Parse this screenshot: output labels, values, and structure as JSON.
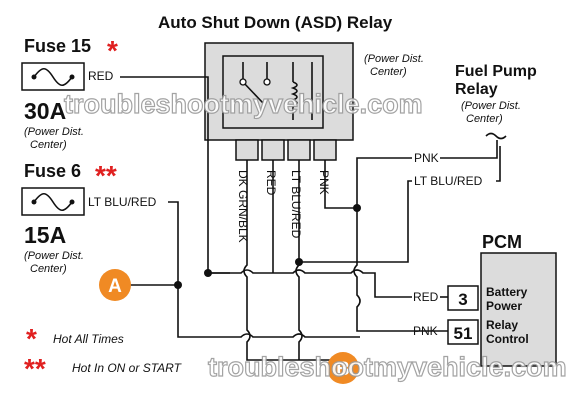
{
  "title": "Auto Shut Down (ASD) Relay",
  "asd_location": [
    "(Power Dist.",
    "Center)"
  ],
  "fuse15": {
    "label": "Fuse 15",
    "marker": "*",
    "rating": "30A",
    "location": [
      "(Power Dist.",
      "Center)"
    ],
    "wire": "RED"
  },
  "fuse6": {
    "label": "Fuse 6",
    "marker": "**",
    "rating": "15A",
    "location": [
      "(Power Dist.",
      "Center)"
    ],
    "wire": "LT BLU/RED"
  },
  "fuel_pump_relay": {
    "label": [
      "Fuel Pump",
      "Relay"
    ],
    "location": [
      "(Power Dist.",
      "Center)"
    ]
  },
  "relay_pin_wires": [
    "DK GRN/BLK",
    "RED",
    "LT BLU/RED",
    "PNK"
  ],
  "fuel_pump_wires": [
    "PNK",
    "LT BLU/RED"
  ],
  "pcm": {
    "title": "PCM",
    "pins": [
      {
        "number": "3",
        "wire": "RED",
        "label": [
          "Battery",
          "Power"
        ]
      },
      {
        "number": "51",
        "wire": "PNK",
        "label": [
          "Relay",
          "Control"
        ]
      }
    ]
  },
  "connectors": {
    "a": "A",
    "b": "B"
  },
  "legend": [
    {
      "symbol": "*",
      "text": "Hot All Times"
    },
    {
      "symbol": "**",
      "text": "Hot In ON or START"
    }
  ],
  "watermark": "troubleshootmyvehicle.com",
  "colors": {
    "accent": "#e02020",
    "connector": "#f08a24",
    "pcm_fill": "#dcdcdc",
    "line": "#111111"
  }
}
